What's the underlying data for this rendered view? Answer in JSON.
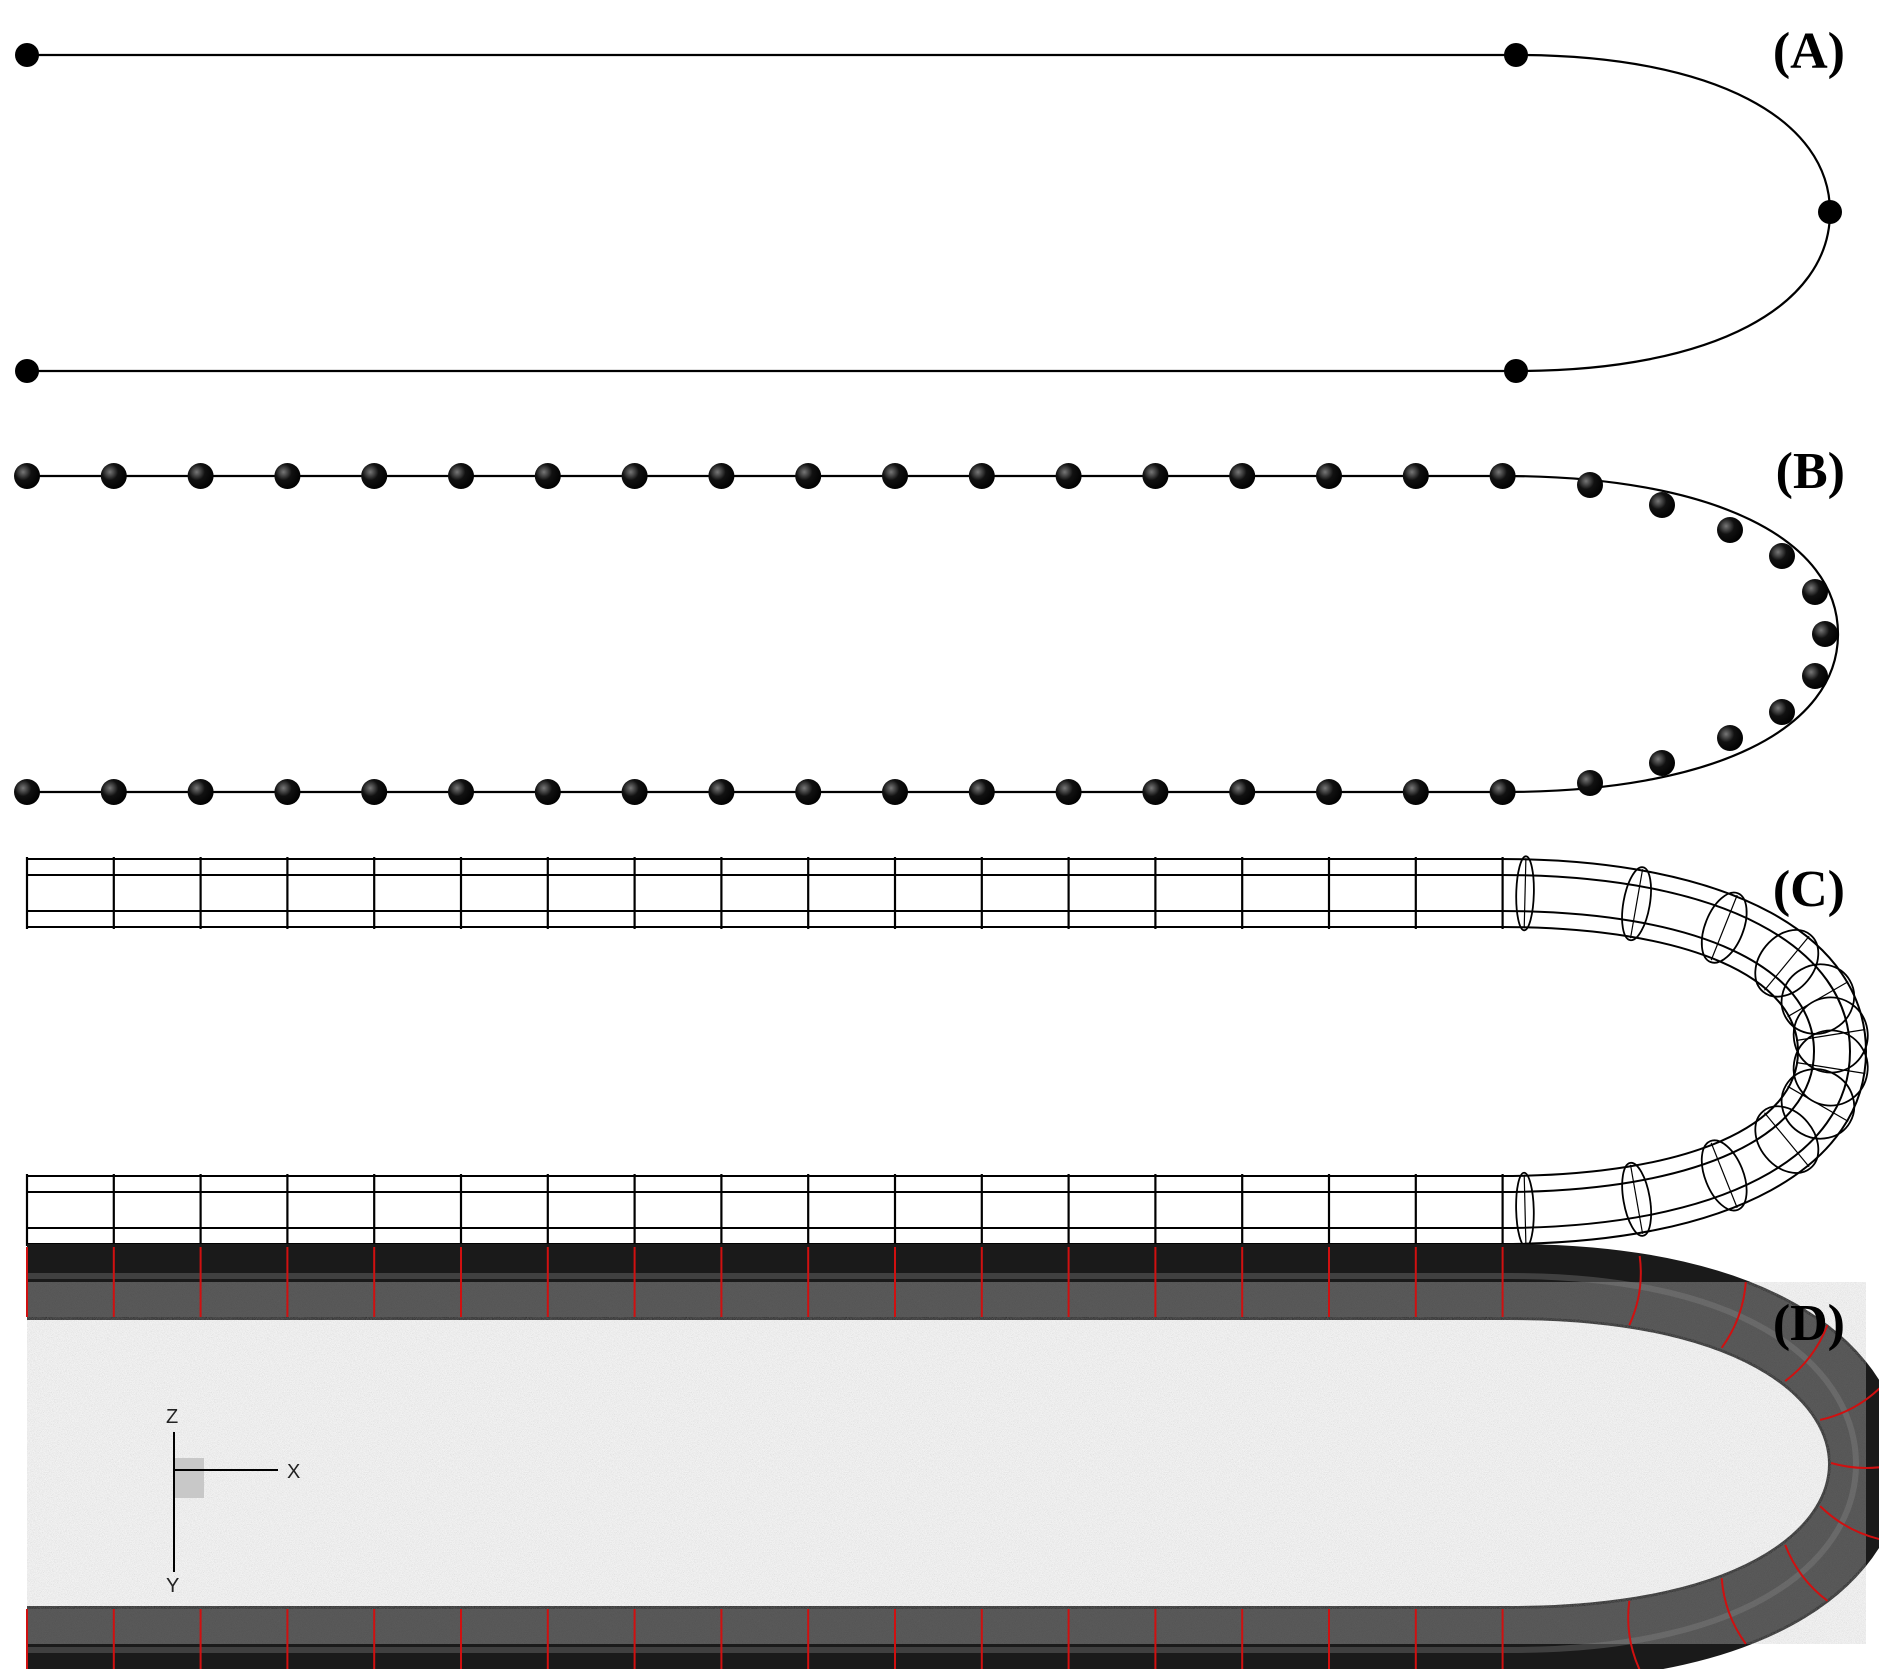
{
  "panels": [
    {
      "id": "A",
      "label": "(A)"
    },
    {
      "id": "B",
      "label": "(B)"
    },
    {
      "id": "C",
      "label": "(C)"
    },
    {
      "id": "D",
      "label": "(D)"
    }
  ],
  "axes": {
    "x": "X",
    "y": "Y",
    "z": "Z"
  },
  "colors": {
    "line": "#000000",
    "node": "#111111",
    "segment_divider": "#d01010",
    "tube_fill": "#5a5a5a",
    "axis_square": "#c8c8c8"
  }
}
